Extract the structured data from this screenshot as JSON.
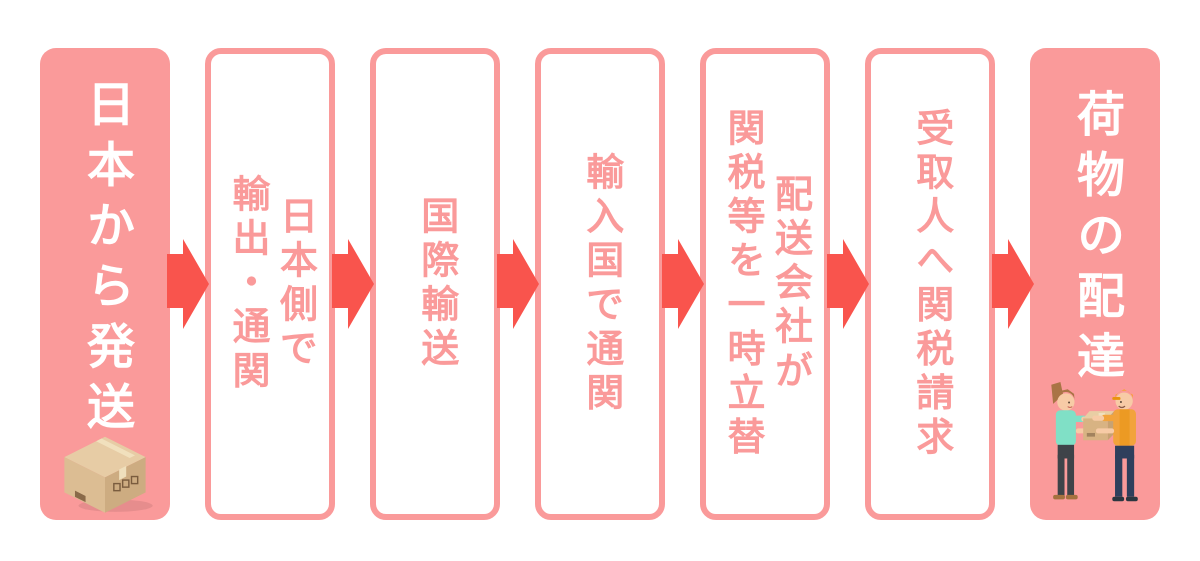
{
  "diagram": {
    "type": "horizontal-process-flow",
    "description_visible_text_only": true
  },
  "colors": {
    "pink": "#FA9A9A",
    "arrow": "#F9544D",
    "bg": "#FFFFFF",
    "white-text": "#FFFFFF"
  },
  "steps": [
    {
      "label": "日本から発送",
      "style": "filled",
      "icon": "package-box-icon"
    },
    {
      "label": "日本側で\n輸出・通関",
      "style": "outline",
      "icon": null
    },
    {
      "label": "国際輸送",
      "style": "outline",
      "icon": null
    },
    {
      "label": "輸入国で通関",
      "style": "outline",
      "icon": null
    },
    {
      "label": "配送会社が\n関税等を一時立替",
      "style": "outline",
      "icon": null
    },
    {
      "label": "受取人へ関税請求",
      "style": "outline",
      "icon": null
    },
    {
      "label": "荷物の配達",
      "style": "filled",
      "icon": "delivery-handoff-icon"
    }
  ],
  "arrows": {
    "count": 6,
    "direction": "right",
    "color": "#F9544D"
  }
}
